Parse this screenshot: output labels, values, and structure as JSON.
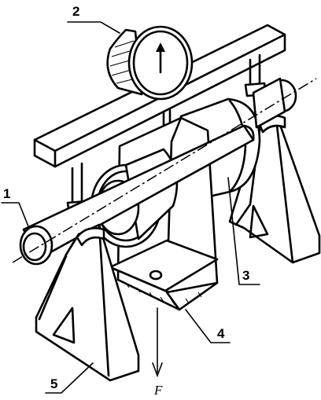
{
  "labels": {
    "pipe": "1",
    "dial_gauge": "2",
    "sleeve": "3",
    "bracket": "4",
    "support": "5",
    "force": "F"
  }
}
